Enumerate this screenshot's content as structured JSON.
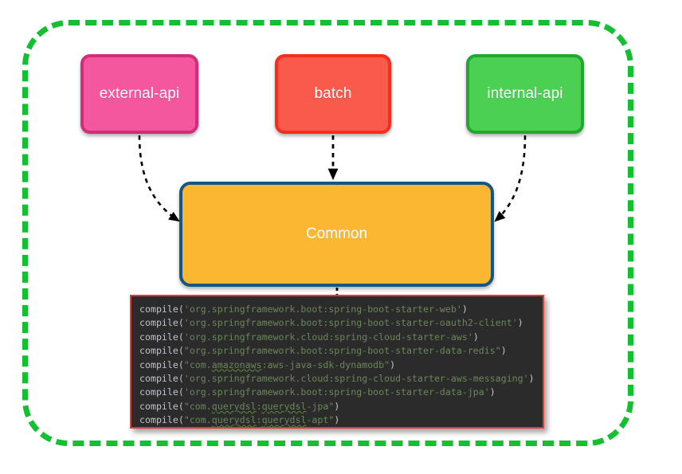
{
  "diagram": {
    "title": "Multi-module Gradle project dependency diagram",
    "boundary": {
      "label": "",
      "style": "dashed",
      "color": "#14C031"
    },
    "modules": [
      {
        "id": "external-api",
        "label": "external-api",
        "fill": "#F4579D",
        "border": "#D42C7C"
      },
      {
        "id": "batch",
        "label": "batch",
        "fill": "#FA5A4B",
        "border": "#F82D20"
      },
      {
        "id": "internal-api",
        "label": "internal-api",
        "fill": "#4CD054",
        "border": "#22A830"
      }
    ],
    "common": {
      "id": "common",
      "label": "Common",
      "fill": "#FBB731",
      "border": "#17567E"
    },
    "edges": [
      {
        "from": "external-api",
        "to": "common",
        "style": "dashed",
        "color": "#000000"
      },
      {
        "from": "batch",
        "to": "common",
        "style": "dashed",
        "color": "#000000"
      },
      {
        "from": "internal-api",
        "to": "common",
        "style": "dashed",
        "color": "#000000"
      },
      {
        "from": "common",
        "to": "dependencies",
        "style": "dashed",
        "color": "#000000"
      }
    ],
    "code_block": {
      "background": "#2B2B2B",
      "border": "#E03C31",
      "call_color": "#BFC4C9",
      "string_color": "#6A8759",
      "lines": [
        {
          "call": "compile(",
          "quote": "'",
          "parts": [
            {
              "t": "org.springframework.boot:spring-boot-starter-web",
              "squiggly": false
            }
          ],
          "close": ")"
        },
        {
          "call": "compile(",
          "quote": "'",
          "parts": [
            {
              "t": "org.springframework.boot:spring-boot-starter-oauth2-client",
              "squiggly": false
            }
          ],
          "close": ")"
        },
        {
          "call": "compile(",
          "quote": "'",
          "parts": [
            {
              "t": "org.springframework.cloud:spring-cloud-starter-aws",
              "squiggly": false
            }
          ],
          "close": ")"
        },
        {
          "call": "compile(",
          "quote": "\"",
          "parts": [
            {
              "t": "org.springframework.boot:spring-boot-starter-data-redis",
              "squiggly": false
            }
          ],
          "close": ")"
        },
        {
          "call": "compile(",
          "quote": "\"",
          "parts": [
            {
              "t": "com.",
              "squiggly": false
            },
            {
              "t": "amazonaws",
              "squiggly": true
            },
            {
              "t": ":aws-java-sdk-dynamodb",
              "squiggly": false
            }
          ],
          "close": ")"
        },
        {
          "call": "compile(",
          "quote": "'",
          "parts": [
            {
              "t": "org.springframework.cloud:spring-cloud-starter-aws-messaging",
              "squiggly": false
            }
          ],
          "close": ")"
        },
        {
          "call": "compile(",
          "quote": "'",
          "parts": [
            {
              "t": "org.springframework.boot:spring-boot-starter-data-jpa",
              "squiggly": false
            }
          ],
          "close": ")"
        },
        {
          "call": "compile(",
          "quote": "\"",
          "parts": [
            {
              "t": "com.",
              "squiggly": false
            },
            {
              "t": "querydsl",
              "squiggly": true
            },
            {
              "t": ":",
              "squiggly": false
            },
            {
              "t": "querydsl",
              "squiggly": true
            },
            {
              "t": "-jpa",
              "squiggly": false
            }
          ],
          "close": ")"
        },
        {
          "call": "compile(",
          "quote": "\"",
          "parts": [
            {
              "t": "com.",
              "squiggly": false
            },
            {
              "t": "querydsl",
              "squiggly": true
            },
            {
              "t": ":",
              "squiggly": false
            },
            {
              "t": "querydsl",
              "squiggly": true
            },
            {
              "t": "-apt",
              "squiggly": false
            }
          ],
          "close": ")"
        }
      ]
    }
  }
}
